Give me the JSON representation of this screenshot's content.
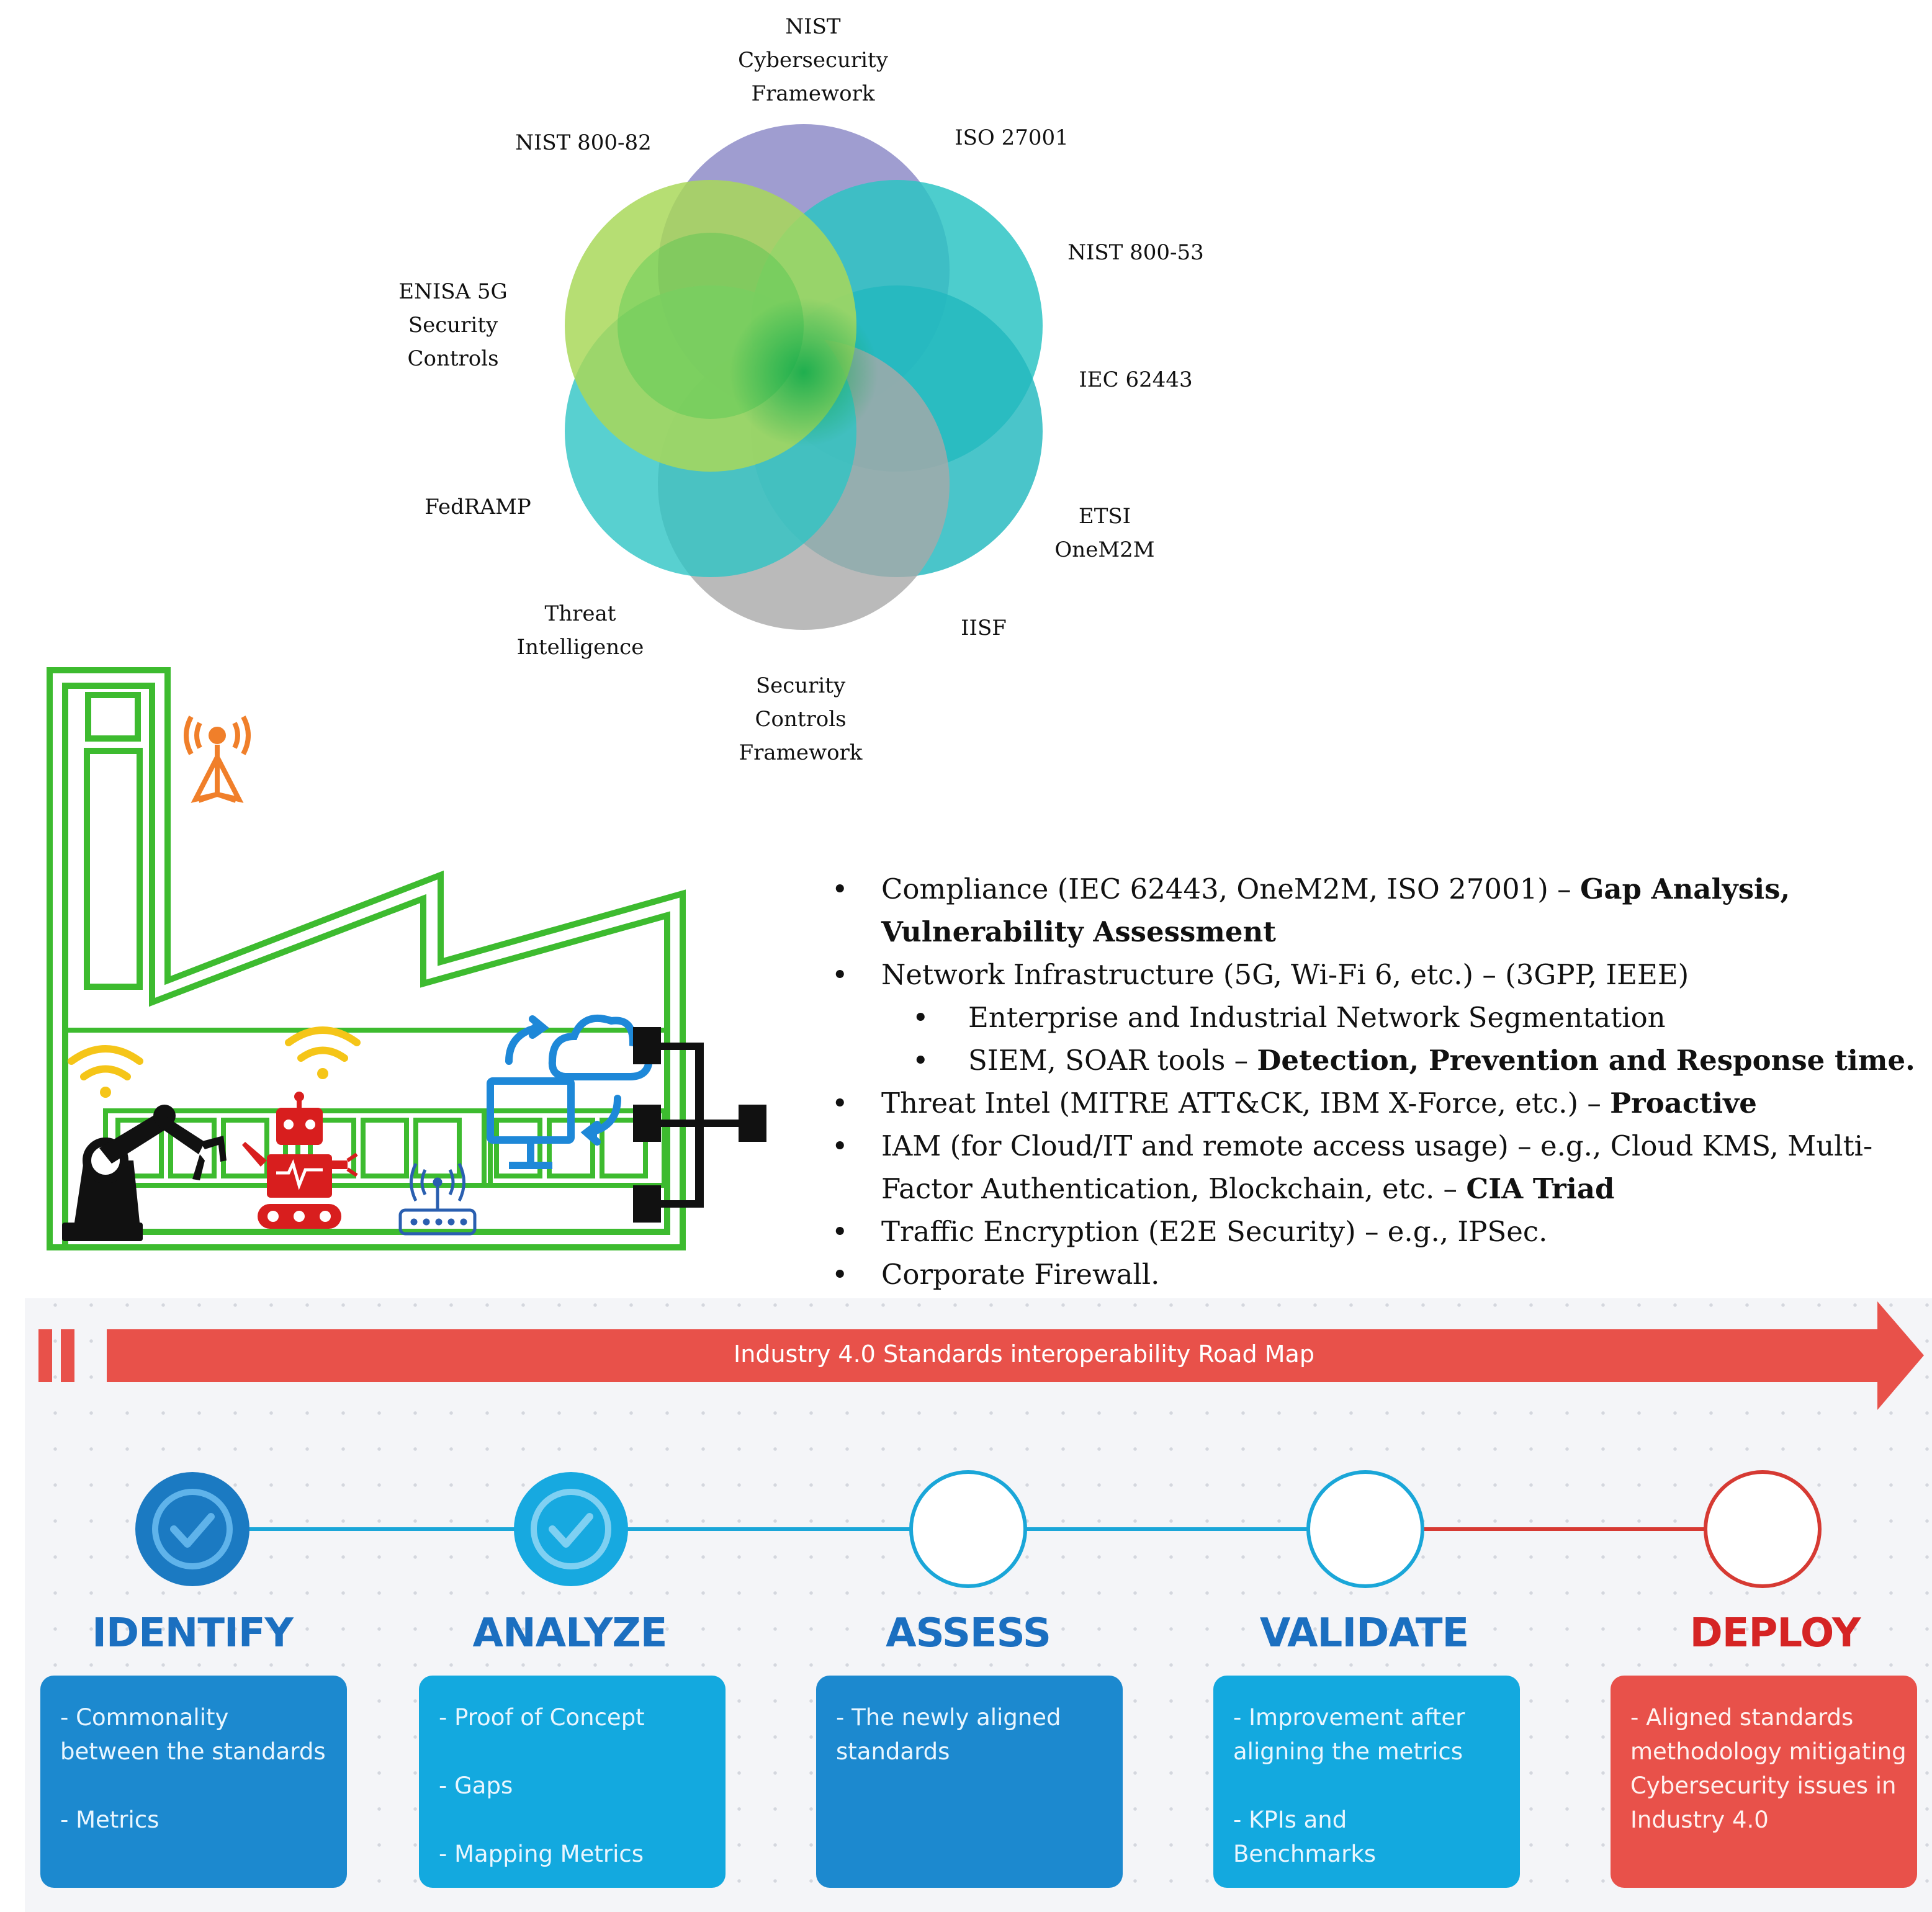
{
  "venn": {
    "labels": {
      "nist_csf": [
        "NIST",
        "Cybersecurity",
        "Framework"
      ],
      "iso27001": [
        "ISO 27001"
      ],
      "nist80053": [
        "NIST 800-53"
      ],
      "iec62443": [
        "IEC 62443"
      ],
      "etsi": [
        "ETSI",
        "OneM2M"
      ],
      "iisf": [
        "IISF"
      ],
      "scf": [
        "Security",
        "Controls",
        "Framework"
      ],
      "threat": [
        "Threat",
        "Intelligence"
      ],
      "fedramp": [
        "FedRAMP"
      ],
      "enisa": [
        "ENISA 5G",
        "Security",
        "Controls"
      ],
      "nist80082": [
        "NIST 800-82"
      ]
    },
    "colors": {
      "purple": "#8e8cc8",
      "teal": "#2ec4c4",
      "lime": "#a9d85a",
      "green": "#3ec24a",
      "gray": "#a9a9a9",
      "dark_teal": "#0a8c9e"
    }
  },
  "factory": {
    "outline_color": "#3dbb2f",
    "icons": [
      "cell-tower-icon",
      "wifi-icon",
      "robot-arm-icon",
      "robot-icon",
      "router-icon",
      "cloud-sync-icon",
      "monitor-icon",
      "network-switch-icon"
    ]
  },
  "bullets": [
    {
      "sub": false,
      "text": "Compliance  (IEC 62443, OneM2M, ISO 27001) – ",
      "bold": "Gap Analysis,",
      "cont_bold": "Vulnerability Assessment"
    },
    {
      "sub": false,
      "text": "Network Infrastructure  (5G, Wi-Fi 6, etc.) – (3GPP, IEEE)",
      "bold": ""
    },
    {
      "sub": true,
      "text": "Enterprise and Industrial Network Segmentation",
      "bold": ""
    },
    {
      "sub": true,
      "text": "SIEM, SOAR tools – ",
      "bold": "Detection, Prevention and Response time."
    },
    {
      "sub": false,
      "text": "Threat Intel (MITRE ATT&CK, IBM X-Force, etc.) – ",
      "bold": "Proactive"
    },
    {
      "sub": false,
      "text": "IAM (for Cloud/IT and remote access usage) – e.g., Cloud  KMS, Multi-",
      "bold": "",
      "cont_text": "Factor Authentication,  Blockchain, etc. – ",
      "cont_bold": "CIA Triad"
    },
    {
      "sub": false,
      "text": "Traffic Encryption (E2E Security) – e.g., IPSec.",
      "bold": ""
    },
    {
      "sub": false,
      "text": "Corporate  Firewall.",
      "bold": ""
    }
  ],
  "roadmap": {
    "title": "Industry 4.0 Standards interoperability Road Map",
    "accent_red": "#e8514a",
    "accent_blue": "#1e7fc8",
    "steps": [
      {
        "title": "IDENTIFY",
        "done": true,
        "lines": [
          "- Commonality",
          "between the standards",
          "",
          "- Metrics"
        ]
      },
      {
        "title": "ANALYZE",
        "done": true,
        "lines": [
          "- Proof of Concept",
          "",
          "- Gaps",
          "",
          "- Mapping Metrics"
        ]
      },
      {
        "title": "ASSESS",
        "done": false,
        "lines": [
          "- The newly aligned",
          "standards"
        ]
      },
      {
        "title": "VALIDATE",
        "done": false,
        "lines": [
          "- Improvement after",
          "aligning the metrics",
          "",
          "- KPIs and",
          "Benchmarks"
        ]
      },
      {
        "title": "DEPLOY",
        "done": false,
        "lines": [
          "- Aligned standards",
          "methodology mitigating",
          "Cybersecurity issues in",
          "Industry 4.0"
        ]
      }
    ]
  }
}
